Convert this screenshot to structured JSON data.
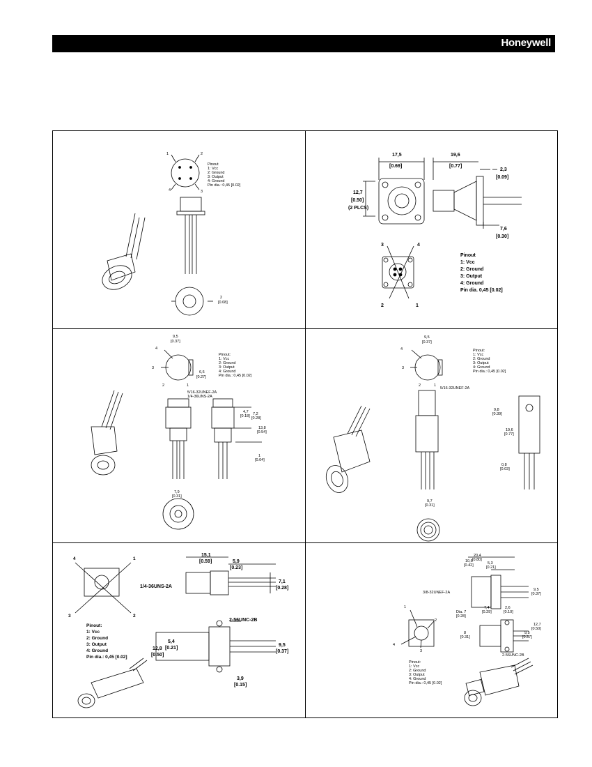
{
  "header": {
    "brand": "Honeywell"
  },
  "panels": {
    "p1": {
      "pin_numbers": [
        "1",
        "2",
        "3",
        "4"
      ],
      "pinout": [
        "Pinout",
        "1: Vcc",
        "2: Ground",
        "3: Output",
        "4: Ground",
        "Pin dia.: 0,45 [0.02]"
      ],
      "dim": [
        "2",
        "[0.08]"
      ]
    },
    "p2": {
      "dim_width": [
        "17,5",
        "[0.69]"
      ],
      "dim_length": [
        "19,6",
        "[0.77]"
      ],
      "dim_flange": [
        "2,3",
        "[0.09]"
      ],
      "dim_height": [
        "12,7",
        "[0.50]",
        "(2 PLCS)"
      ],
      "dim_lead": [
        "7,6",
        "[0.30]"
      ],
      "pin_numbers": [
        "3",
        "4",
        "2",
        "1"
      ],
      "pinout": [
        "Pinout",
        "1: Vcc",
        "2: Ground",
        "3: Output",
        "4: Ground",
        "Pin dia. 0,45 [0.02]"
      ]
    },
    "p3": {
      "dim_dia": [
        "9,5",
        "[0.37]"
      ],
      "dim_6": [
        "6,6",
        "[0.27]"
      ],
      "pin_numbers": [
        "4",
        "3",
        "2",
        "1"
      ],
      "pinout": [
        "Pinout:",
        "1: Vcc",
        "2: Ground",
        "3: Output",
        "4: Ground",
        "Pin dia.: 0,45 [0.02]"
      ],
      "thread1": "5/16-32UNEF-2A",
      "thread2": "1/4-36UNS-2A",
      "dim_47": [
        "4,7",
        "[0.18]"
      ],
      "dim_72": [
        "7,2",
        "[0.28]"
      ],
      "dim_138": [
        "13,8",
        "[0.54]"
      ],
      "dim_1": [
        "1",
        "[0.04]"
      ],
      "dim_79": [
        "7,9",
        "[0.31]"
      ]
    },
    "p4": {
      "dim_dia": [
        "9,5",
        "[0.37]"
      ],
      "pin_numbers": [
        "4",
        "3",
        "2",
        "1"
      ],
      "pinout": [
        "Pinout:",
        "1: Vcc",
        "2: Ground",
        "3: Output",
        "4: Ground",
        "Pin dia.: 0,45 [0.02]"
      ],
      "thread": "5/16-32UNEF-2A",
      "dim_98": [
        "9,8",
        "[0.39]"
      ],
      "dim_196": [
        "19,6",
        "[0.77]"
      ],
      "dim_08": [
        "0,8",
        "[0.03]"
      ],
      "dim_97": [
        "9,7",
        "[0.31]"
      ]
    },
    "p5": {
      "pin_numbers": [
        "4",
        "1",
        "3",
        "2"
      ],
      "dim_151": [
        "15,1",
        "[0.59]"
      ],
      "dim_59": [
        "5,9",
        "[0.23]"
      ],
      "thread": "1/4-36UNS-2A",
      "dim_71": [
        "7,1",
        "[0.28]"
      ],
      "pinout": [
        "Pinout:",
        "1: Vcc",
        "2: Ground",
        "3: Output",
        "4: Ground",
        "Pin dia.: 0,45 [0.02]"
      ],
      "screw": "2-56UNC-2B",
      "dim_54": [
        "5,4",
        "[0.21]"
      ],
      "dim_128": [
        "12,8",
        "[0.50]"
      ],
      "dim_95": [
        "9,5",
        "[0.37]"
      ],
      "dim_39": [
        "3,9",
        "[0.15]"
      ]
    },
    "p6": {
      "dim_204": [
        "20,4",
        "[0.80]"
      ],
      "dim_106": [
        "10,6",
        "[0.42]"
      ],
      "dim_53": [
        "5,3",
        "[0.21]"
      ],
      "thread": "3/8-32UNEF-2A",
      "dim_95a": [
        "9,5",
        "[0.37]"
      ],
      "pin_numbers": [
        "1",
        "2",
        "4",
        "3"
      ],
      "dia": [
        "Dia. 7",
        "[0.28]"
      ],
      "dim_74": [
        "7,4",
        "[0.29]"
      ],
      "dim_26": [
        "2,6",
        "[0.10]"
      ],
      "dim_8": [
        "8",
        "[0.31]"
      ],
      "dim_127": [
        "12,7",
        "[0.50]"
      ],
      "dim_95b": [
        "9,5",
        "[0.37]"
      ],
      "screw": "2-56UNC-2B",
      "pinout": [
        "Pinout:",
        "1: Vcc",
        "2: Ground",
        "3: Output",
        "4: Ground",
        "Pin dia.: 0,45 [0.02]"
      ]
    }
  }
}
